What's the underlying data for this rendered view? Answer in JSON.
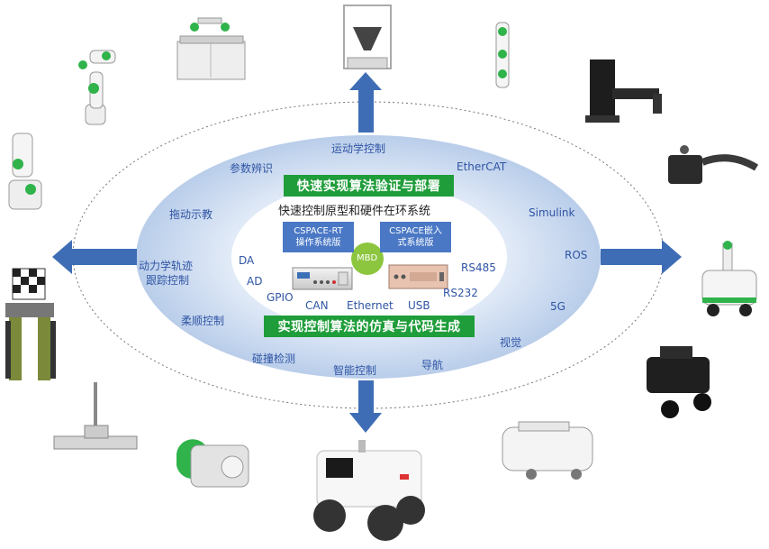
{
  "diagram": {
    "outer_labels": {
      "dynamics": "运动学控制",
      "params": "参数辨识",
      "ethercat": "EtherCAT",
      "drag": "拖动示教",
      "simulink": "Simulink",
      "traj1": "动力学轨迹",
      "traj2": "跟踪控制",
      "ros": "ROS",
      "compliance": "柔顺控制",
      "fiveg": "5G",
      "vision": "视觉",
      "collision": "碰撞检测",
      "smart": "智能控制",
      "nav": "导航"
    },
    "green_top": "快速实现算法验证与部署",
    "green_bottom": "实现控制算法的仿真与代码生成",
    "center_title": "快速控制原型和硬件在环系统",
    "box_rt_line1": "CSPACE-RT",
    "box_rt_line2": "操作系统版",
    "box_emb_line1": "CSPACE嵌入",
    "box_emb_line2": "式系统版",
    "mbd": "MBD",
    "inner_labels": {
      "da": "DA",
      "ad": "AD",
      "gpio": "GPIO",
      "can": "CAN",
      "ethernet": "Ethernet",
      "usb": "USB",
      "rs485": "RS485",
      "rs232": "RS232"
    }
  },
  "colors": {
    "green": "#1f9d3a",
    "blue_box": "#4a78c5",
    "arrow": "#3f6db5",
    "label_blue": "#2f55a4",
    "ellipse_gradient": "#c9d8ef"
  },
  "icons": [
    "robot-arm-icon",
    "delta-robot-icon",
    "cabinet-robot-icon",
    "scara-robot-icon",
    "gripper-robot-icon",
    "mobile-manipulator-icon",
    "exoskeleton-icon",
    "linear-module-icon",
    "joint-module-icon",
    "patrol-robot-icon",
    "delivery-robot-icon",
    "lidar-rover-icon"
  ]
}
